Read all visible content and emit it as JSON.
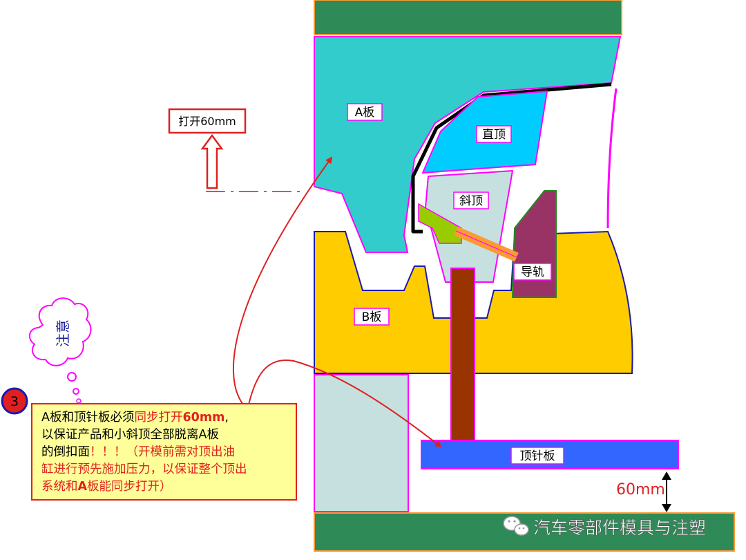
{
  "labels": {
    "a_plate": "A板",
    "b_plate": "B板",
    "straight_lifter": "直顶",
    "angled_lifter": "斜顶",
    "guide_rail": "导轨",
    "ejector_plate": "顶针板",
    "open_label": "打开60mm",
    "distance_60mm": "60mm"
  },
  "note": {
    "cloud_text": "注意",
    "step_number": "3",
    "line1_a": "A板和顶针板必须",
    "line1_b": "同步打开",
    "line1_c": "60mm",
    "line1_d": ",",
    "line2": "以保证产品和小斜顶全部脱离A板",
    "line3_a": "的倒扣面",
    "line3_b": "！！！（开模前需对顶出油",
    "line4": "缸进行预先施加压力，以保证整个顶出",
    "line5_a": "系统和",
    "line5_b": "A",
    "line5_c": "板能同步打开）"
  },
  "watermark": {
    "text": "汽车零部件模具与注塑",
    "icon": "wechat-icon"
  },
  "colors": {
    "green_plate": "#2e8b57",
    "a_plate": "#33cccc",
    "b_plate": "#ffcc00",
    "straight_lifter": "#00ccff",
    "angled_lifter": "#c6e0e0",
    "guide_rail": "#993366",
    "ejector_pin": "#993300",
    "ejector_plate": "#3366ff",
    "note_box": "#ffff99",
    "accent_red": "#e02020",
    "magenta": "#ff00ff"
  }
}
